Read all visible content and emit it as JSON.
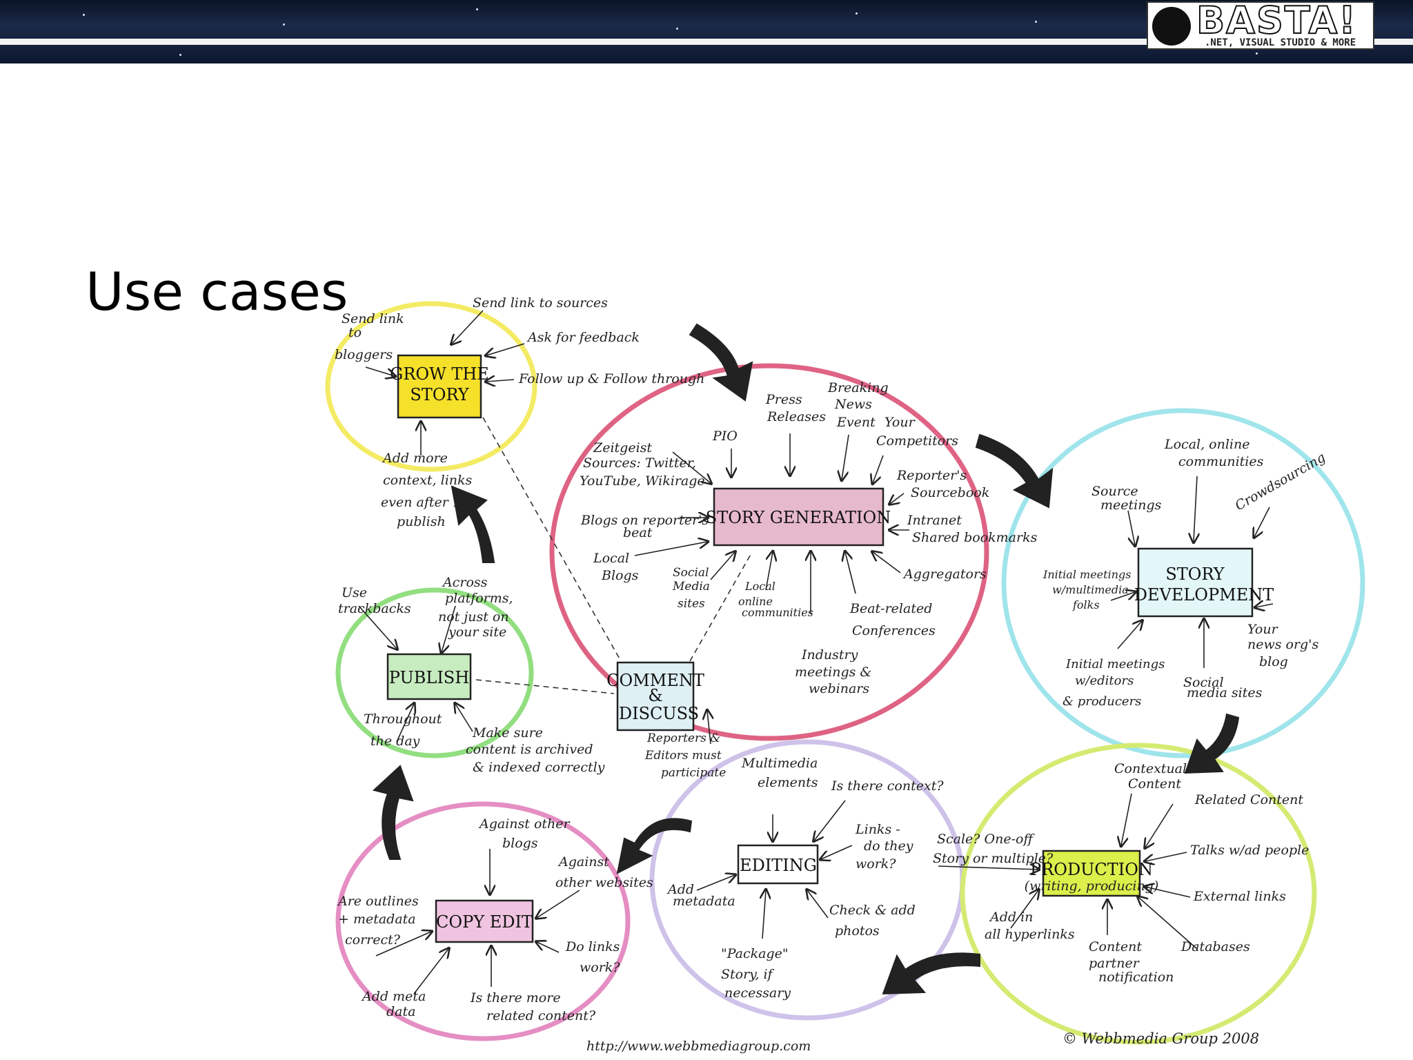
{
  "header": {
    "logo_name": "BASTA!",
    "logo_tagline": ".NET, VISUAL STUDIO & MORE"
  },
  "slide": {
    "title": "Use cases"
  },
  "diagram": {
    "boxes": {
      "grow_the_story": [
        "GROW THE",
        "STORY"
      ],
      "story_generation": [
        "STORY GENERATION"
      ],
      "story_development": [
        "STORY",
        "DEVELOPMENT"
      ],
      "publish": [
        "PUBLISH"
      ],
      "comment_discuss": [
        "COMMENT",
        "&",
        "DISCUSS"
      ],
      "editing": [
        "EDITING"
      ],
      "copy_edit": [
        "COPY EDIT"
      ],
      "production": [
        "PRODUCTION"
      ],
      "production_sub": "(writing, producing)"
    },
    "notes": {
      "send_link_to_bloggers": [
        "Send link",
        "to",
        "bloggers"
      ],
      "send_link_to_sources": "Send link to sources",
      "ask_for_feedback": "Ask for feedback",
      "follow_up": "Follow up & Follow through",
      "add_more_context": [
        "Add more",
        "context, links",
        "even after 1st",
        "publish"
      ],
      "zeitgeist": [
        "Zeitgeist",
        "Sources: Twitter,",
        "YouTube, Wikirage"
      ],
      "pio": "PIO",
      "press_releases": [
        "Press",
        "Releases"
      ],
      "breaking_news": [
        "Breaking",
        "News",
        "Event"
      ],
      "your_competitors": [
        "Your",
        "Competitors"
      ],
      "reporters_sourcebook": [
        "Reporter's",
        "Sourcebook"
      ],
      "intranet": [
        "Intranet",
        "Shared bookmarks"
      ],
      "aggregators": "Aggregators",
      "blogs_on_beat": [
        "Blogs on reporter's",
        "beat"
      ],
      "local_blogs": [
        "Local",
        "Blogs"
      ],
      "social_media_sites": [
        "Social",
        "Media",
        "sites"
      ],
      "local_online_communities": [
        "Local",
        "online",
        "communities"
      ],
      "beat_related_conferences": [
        "Beat-related",
        "Conferences"
      ],
      "industry_meetings": [
        "Industry",
        "meetings &",
        "webinars"
      ],
      "local_online_communities_2": [
        "Local, online",
        "communities"
      ],
      "source_meetings": [
        "Source",
        "meetings"
      ],
      "crowdsourcing": "Crowdsourcing",
      "initial_meetings_multimedia": [
        "Initial meetings",
        "w/multimedia",
        "folks"
      ],
      "your_news_orgs_blog": [
        "Your",
        "news org's",
        "blog"
      ],
      "initial_meetings_editors": [
        "Initial meetings",
        "w/editors",
        "& producers"
      ],
      "social_media_sites_2": [
        "Social",
        "media sites"
      ],
      "use_trackbacks": [
        "Use",
        "trackbacks"
      ],
      "across_platforms": [
        "Across",
        "platforms,",
        "not just on",
        "your site"
      ],
      "throughout_the_day": [
        "Throughout",
        "the day"
      ],
      "make_sure_content": [
        "Make sure",
        "content is archived",
        "& indexed correctly"
      ],
      "reporters_editors_must": [
        "Reporters &",
        "Editors must",
        "participate"
      ],
      "multimedia_elements": [
        "Multimedia",
        "elements"
      ],
      "is_there_context": "Is there context?",
      "links_do_the_work": [
        "Links -",
        "do they",
        "work?"
      ],
      "add_metadata": [
        "Add",
        "metadata"
      ],
      "check_add_photos": [
        "Check & add",
        "photos"
      ],
      "package_story": [
        "\"Package\"",
        "Story, if",
        "necessary"
      ],
      "scale": [
        "Scale? One-off",
        "Story or multiple?"
      ],
      "contextual_content": [
        "Contextual",
        "Content"
      ],
      "related_content": "Related Content",
      "talks_w_ad_people": "Talks w/ad people",
      "external_links": "External links",
      "databases": "Databases",
      "add_in_all_hyperlinks": [
        "Add in",
        "all hyperlinks"
      ],
      "content_partner_notification": [
        "Content",
        "partner",
        "notification"
      ],
      "against_other_blogs": [
        "Against other",
        "blogs"
      ],
      "against_other_websites": [
        "Against",
        "other websites"
      ],
      "are_outlines": [
        "Are outlines",
        "+ metadata",
        "correct?"
      ],
      "do_links_work": [
        "Do links",
        "work?"
      ],
      "add_meta_data": [
        "Add meta",
        "data"
      ],
      "is_there_more": [
        "Is there more",
        "related content?"
      ]
    },
    "footer": {
      "url": "http://www.webbmediagroup.com",
      "copyright": "© Webbmedia Group 2008"
    },
    "colors": {
      "grow_cycle": "#f2e84a",
      "generation_cycle": "#d9486e",
      "development_cycle": "#8fe0e8",
      "publish_cycle": "#7fd86a",
      "editing_cycle": "#c6b8e6",
      "copyedit_cycle": "#e07ab8",
      "production_cycle": "#cde85a",
      "grow_box_fill": "#f5e02a",
      "generation_box_fill": "#e7b9cc",
      "development_box_fill": "#e3f6f8",
      "publish_box_fill": "#c7ecc0",
      "comment_box_fill": "#dff0f4",
      "copyedit_box_fill": "#f0c4e0",
      "production_box_fill": "#dcef4a",
      "editing_box_fill": "#ffffff",
      "flow_arrow": "#222222"
    }
  }
}
